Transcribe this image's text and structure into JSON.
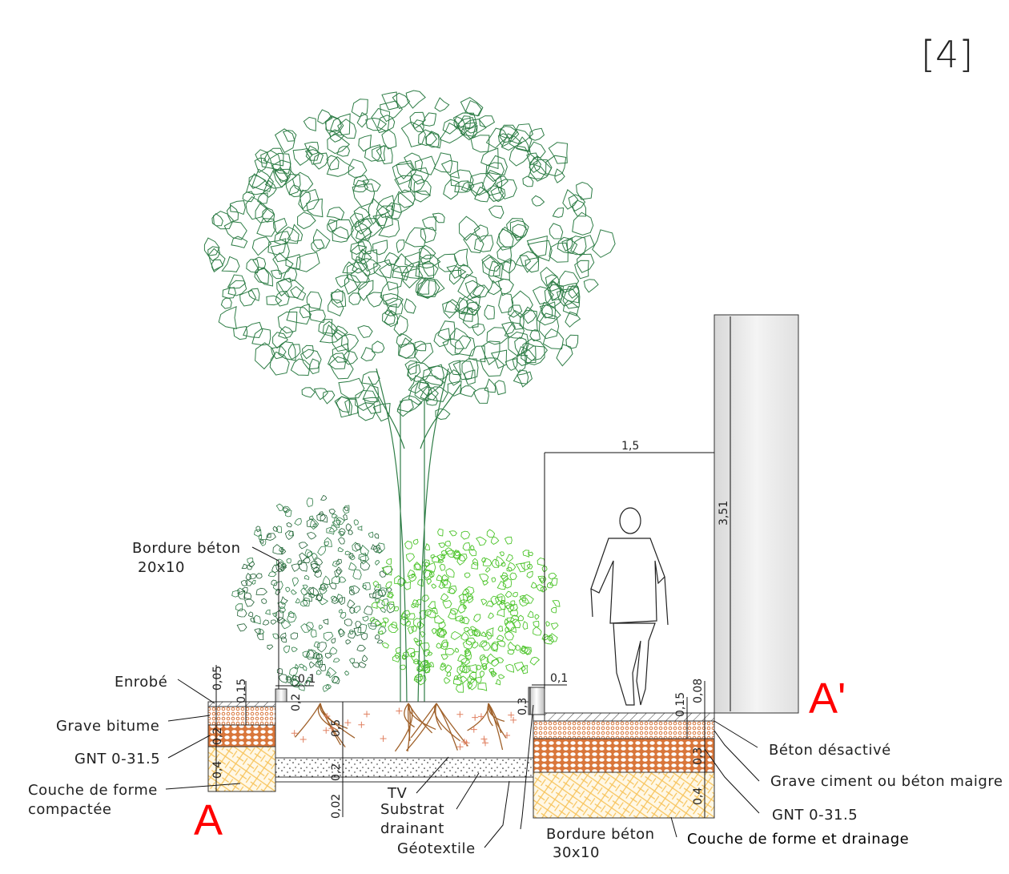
{
  "figure_number": "[4]",
  "sections": {
    "left": "A",
    "right": "A'"
  },
  "labels_left": {
    "bordure_beton_top": "Bordure béton",
    "bordure_beton_top_size": "20x10",
    "enrobe": "Enrobé",
    "grave_bitume": "Grave bitume",
    "gnt": "GNT 0-31.5",
    "couche_forme_1": "Couche de forme",
    "couche_forme_2": "compactée"
  },
  "labels_center": {
    "tv": "TV",
    "substrat_1": "Substrat",
    "substrat_2": "drainant",
    "geotextile": "Géotextile",
    "bordure_beton_bottom": "Bordure béton",
    "bordure_beton_bottom_size": "30x10"
  },
  "labels_right": {
    "beton_desactive": "Béton désactivé",
    "grave_ciment": "Grave ciment ou béton maigre",
    "gnt": "GNT 0-31.5",
    "couche_forme_drainage": "Couche de forme et drainage"
  },
  "dimensions": {
    "enrobe": "0,05",
    "grave_bitume": "0,15",
    "gnt_left": "0,2",
    "forme_left": "0,4",
    "bordure_left_width": "0,1",
    "bordure_left_height": "0,2",
    "tv": "0,5",
    "substrat": "0,2",
    "geotextile": "0,02",
    "bordure_right_width": "0,1",
    "bordure_right_height": "0,3",
    "grave_ciment": "0,15",
    "beton": "0,08",
    "gnt_right": "0,3",
    "forme_right": "0,4",
    "path_width": "1,5",
    "wall_height": "3,51"
  },
  "colors": {
    "section_marker": "#ff0000",
    "tree": "#2e7d46",
    "shrub_light": "#4cc42a",
    "roots": "#a0612a",
    "gravel": "#d9763a",
    "forme": "#f7c35a"
  }
}
